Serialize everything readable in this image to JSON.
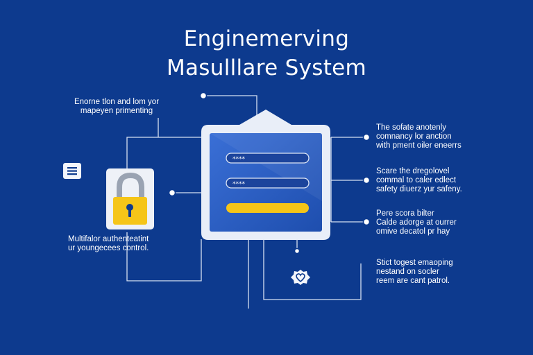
{
  "title": {
    "line1": "Enginemerving",
    "line2": "Masulllare System"
  },
  "notes": {
    "top_left": [
      "Enorne tlon and lom yor",
      "mapeyen primenting"
    ],
    "bottom_left": [
      "Multifalor authenteatint",
      "ur youngecees control."
    ],
    "right_1": [
      "The sofate anotenly",
      "comnancy lor anction",
      "with pment oiler eneerrs"
    ],
    "right_2": [
      "Scare the dregolovel",
      "commal to caler edlect",
      "safety diuerz yur safeny."
    ],
    "right_3": [
      "Pere scora bilter",
      "Calde adorge at ourrer",
      "omive decatol pr hay"
    ],
    "right_4": [
      "Stict togest emaoping",
      "nestand on socler",
      "reem are cant patrol."
    ]
  },
  "login_panel": {
    "field_1_mask": "****",
    "field_2_mask": "****"
  },
  "icons": {
    "left_small": "list-icon",
    "lock": "padlock-icon",
    "bottom_badge": "heart-badge-icon"
  },
  "colors": {
    "background": "#0d3a8e",
    "panel_blue": "#2d5fc4",
    "panel_frame": "#e9eef8",
    "accent_yellow": "#f5c518",
    "line": "#d6e0f2"
  }
}
